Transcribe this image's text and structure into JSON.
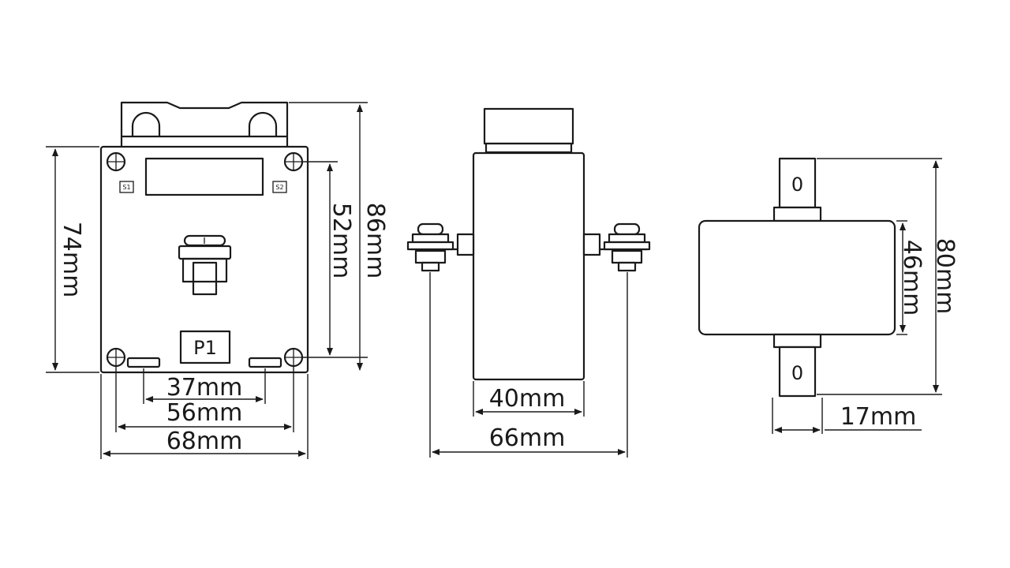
{
  "front_view": {
    "terminal_labels": [
      "S1",
      "S2"
    ],
    "polarity_mark": "P1",
    "dimensions": {
      "total_height": "86mm",
      "body_height": "74mm",
      "hole_spacing_vertical": "52mm",
      "slot_spacing": "37mm",
      "hole_spacing_horizontal": "56mm",
      "body_width": "68mm"
    }
  },
  "side_view": {
    "dimensions": {
      "body_depth": "40mm",
      "terminal_span": "66mm"
    }
  },
  "bottom_view": {
    "lug_marks": [
      "0",
      "0"
    ],
    "dimensions": {
      "total_length": "80mm",
      "body_length": "46mm",
      "lug_width": "17mm"
    }
  }
}
